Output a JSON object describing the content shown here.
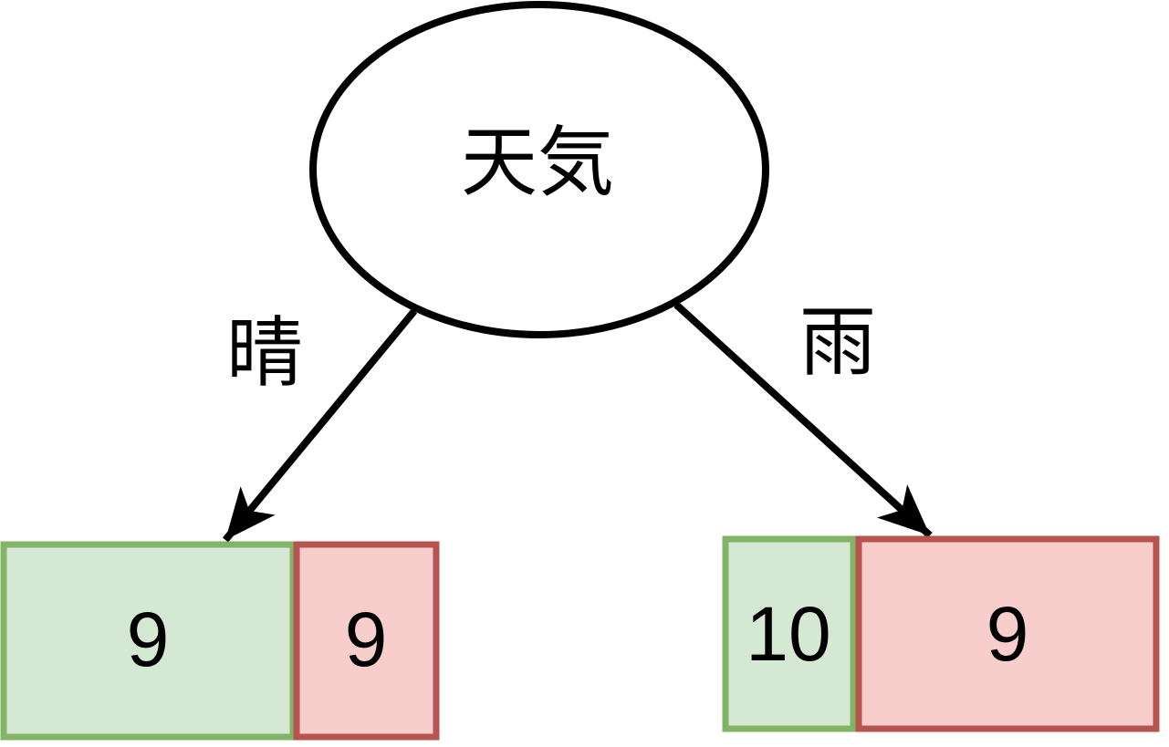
{
  "diagram": {
    "type": "decision-tree",
    "root_node": {
      "label": "天気"
    },
    "branches": [
      {
        "edge_label": "晴",
        "green_count": "9",
        "red_count": "9"
      },
      {
        "edge_label": "雨",
        "green_count": "10",
        "red_count": "9"
      }
    ],
    "colors": {
      "background": "#ffffff",
      "node_fill": "#ffffff",
      "node_stroke": "#000000",
      "edge_color": "#000000",
      "text_color": "#000000",
      "green_fill": "#d5e8d4",
      "green_stroke": "#82b366",
      "red_fill": "#f8cecc",
      "red_stroke": "#b85450"
    }
  }
}
